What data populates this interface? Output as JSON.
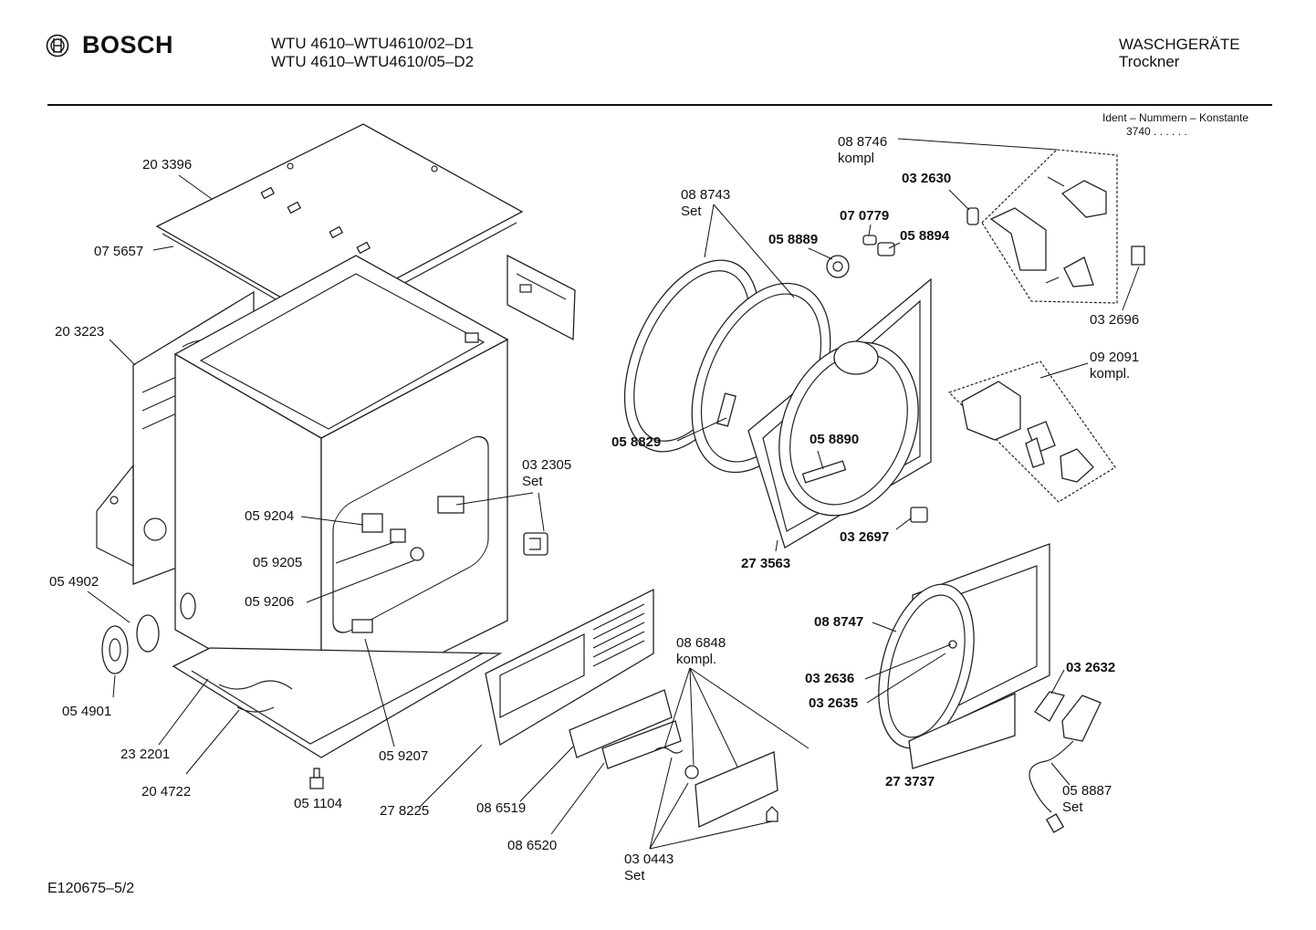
{
  "header": {
    "brand": "BOSCH",
    "models": [
      "WTU 4610–WTU4610/02–D1",
      "WTU 4610–WTU4610/05–D2"
    ],
    "category": "WASCHGERÄTE",
    "subcategory": "Trockner",
    "ident_title": "Ident – Nummern – Konstante",
    "ident_value": "3740 . . . . . ."
  },
  "footer": {
    "drawing_id": "E120675–5/2"
  },
  "parts": [
    {
      "id": "p203396",
      "lines": [
        "20 3396"
      ],
      "bold": false
    },
    {
      "id": "p075657",
      "lines": [
        "07 5657"
      ],
      "bold": false
    },
    {
      "id": "p203223",
      "lines": [
        "20 3223"
      ],
      "bold": false
    },
    {
      "id": "p054902",
      "lines": [
        "05 4902"
      ],
      "bold": false
    },
    {
      "id": "p054901",
      "lines": [
        "05 4901"
      ],
      "bold": false
    },
    {
      "id": "p232201",
      "lines": [
        "23 2201"
      ],
      "bold": false
    },
    {
      "id": "p204722",
      "lines": [
        "20 4722"
      ],
      "bold": false
    },
    {
      "id": "p051104",
      "lines": [
        "05 1104"
      ],
      "bold": false
    },
    {
      "id": "p059207",
      "lines": [
        "05 9207"
      ],
      "bold": false
    },
    {
      "id": "p059204",
      "lines": [
        "05 9204"
      ],
      "bold": false
    },
    {
      "id": "p059205",
      "lines": [
        "05 9205"
      ],
      "bold": false
    },
    {
      "id": "p059206",
      "lines": [
        "05 9206"
      ],
      "bold": false
    },
    {
      "id": "p032305",
      "lines": [
        "03 2305",
        "Set"
      ],
      "bold": false
    },
    {
      "id": "p278225",
      "lines": [
        "27 8225"
      ],
      "bold": false
    },
    {
      "id": "p086519",
      "lines": [
        "08 6519"
      ],
      "bold": false
    },
    {
      "id": "p086520",
      "lines": [
        "08 6520"
      ],
      "bold": false
    },
    {
      "id": "p086848",
      "lines": [
        "08 6848",
        "kompl."
      ],
      "bold": false
    },
    {
      "id": "p030443",
      "lines": [
        "03 0443",
        "Set"
      ],
      "bold": false
    },
    {
      "id": "p088743",
      "lines": [
        "08 8743",
        "Set"
      ],
      "bold": false
    },
    {
      "id": "p058829",
      "lines": [
        "05 8829"
      ],
      "bold": true
    },
    {
      "id": "p058889",
      "lines": [
        "05 8889"
      ],
      "bold": true
    },
    {
      "id": "p070779",
      "lines": [
        "07 0779"
      ],
      "bold": true
    },
    {
      "id": "p058894",
      "lines": [
        "05 8894"
      ],
      "bold": true
    },
    {
      "id": "p032630",
      "lines": [
        "03 2630"
      ],
      "bold": true
    },
    {
      "id": "p088746",
      "lines": [
        "08 8746",
        "kompl"
      ],
      "bold": false
    },
    {
      "id": "p032696",
      "lines": [
        "03 2696"
      ],
      "bold": false
    },
    {
      "id": "p092091",
      "lines": [
        "09 2091",
        "kompl."
      ],
      "bold": false
    },
    {
      "id": "p058890",
      "lines": [
        "05 8890"
      ],
      "bold": true
    },
    {
      "id": "p273563",
      "lines": [
        "27 3563"
      ],
      "bold": true
    },
    {
      "id": "p032697",
      "lines": [
        "03 2697"
      ],
      "bold": true
    },
    {
      "id": "p088747",
      "lines": [
        "08 8747"
      ],
      "bold": true
    },
    {
      "id": "p032636",
      "lines": [
        "03 2636"
      ],
      "bold": true
    },
    {
      "id": "p032635",
      "lines": [
        "03 2635"
      ],
      "bold": true
    },
    {
      "id": "p273737",
      "lines": [
        "27 3737"
      ],
      "bold": true
    },
    {
      "id": "p032632",
      "lines": [
        "03 2632"
      ],
      "bold": true
    },
    {
      "id": "p058887",
      "lines": [
        "05 8887",
        "Set"
      ],
      "bold": false
    }
  ]
}
